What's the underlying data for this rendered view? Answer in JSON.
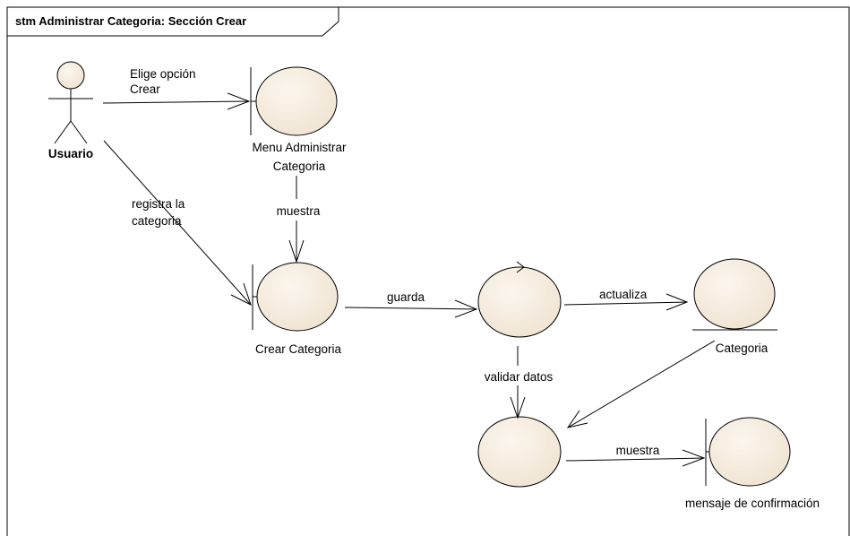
{
  "diagram": {
    "title": "stm Administrar Categoria: Sección Crear",
    "actor": {
      "name": "Usuario",
      "icon": "actor-stick-figure-icon"
    },
    "elements": {
      "menu": {
        "type": "boundary",
        "label_line1": "Menu Administrar",
        "label_line2": "Categoria"
      },
      "crear": {
        "type": "boundary",
        "label": "Crear Categoria"
      },
      "control_guardar": {
        "type": "control",
        "label": ""
      },
      "categoria": {
        "type": "entity",
        "label": "Categoria"
      },
      "control_validar": {
        "type": "control",
        "label": ""
      },
      "mensaje": {
        "type": "boundary",
        "label": "mensaje de confirmación"
      }
    },
    "connections": {
      "elige": {
        "label_line1": "Elige opción",
        "label_line2": "Crear"
      },
      "registra": {
        "label_line1": "registra la",
        "label_line2": "categoria"
      },
      "muestra_menu": {
        "label": "muestra"
      },
      "guarda": {
        "label": "guarda"
      },
      "actualiza": {
        "label": "actualiza"
      },
      "validar": {
        "label": "validar datos"
      },
      "muestra_mensaje": {
        "label": "muestra"
      }
    },
    "colors": {
      "fill": "#f4eadb",
      "stroke": "#000000",
      "background": "#ffffff"
    }
  }
}
